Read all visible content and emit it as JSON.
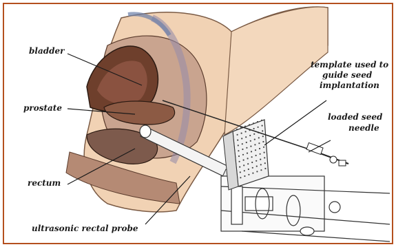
{
  "labels": {
    "bladder": "bladder",
    "prostate": "prostate",
    "rectum": "rectum",
    "probe": "ultrasonic rectal probe",
    "template_line1": "template used to",
    "template_line2": "guide seed",
    "template_line3": "implantation",
    "needle_line1": "loaded seed",
    "needle_line2": "needle"
  },
  "colors": {
    "border": "#b4501e",
    "skin": "#f1d2b4",
    "tissue": "#9c6f5a",
    "bladder": "#6e3f2c",
    "line": "#1a1a1a"
  }
}
